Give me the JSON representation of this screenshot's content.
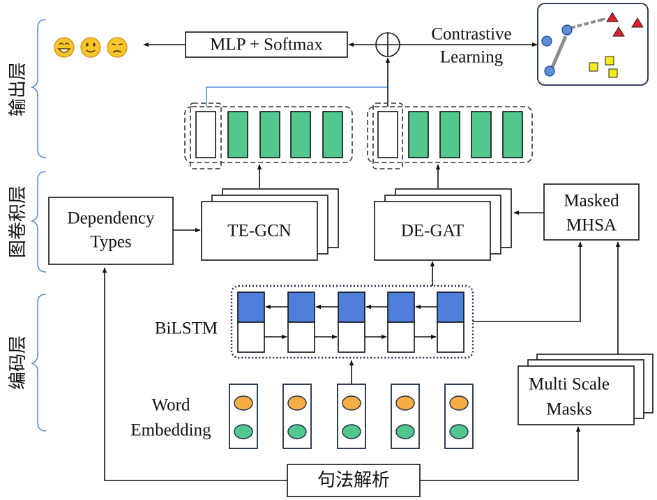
{
  "layers": {
    "output": "输出层",
    "graph_conv": "图卷积层",
    "encoding": "编码层"
  },
  "nodes": {
    "mlp_softmax": "MLP + Softmax",
    "contrastive_line1": "Contrastive",
    "contrastive_line2": "Learning",
    "dependency_line1": "Dependency",
    "dependency_line2": "Types",
    "te_gcn": "TE-GCN",
    "de_gat": "DE-GAT",
    "masked_line1": "Masked",
    "masked_line2": "MHSA",
    "bilstm": "BiLSTM",
    "word_line1": "Word",
    "word_line2": "Embedding",
    "multiscale_line1": "Multi Scale",
    "multiscale_line2": "Masks",
    "syntax_parse": "句法解析"
  },
  "sentiments": [
    "positive-face",
    "neutral-face",
    "negative-face"
  ],
  "colors": {
    "green_cell": "#52c78e",
    "blue_cell": "#4f7fdc",
    "orange_dot": "#f6ad45",
    "green_dot": "#52c78e",
    "bracket_blue": "#5b8fd6",
    "cls_line": "#5b8fd6",
    "cluster_blue": "#5b8fd6",
    "cluster_red": "#dd1f2b",
    "cluster_yellow": "#f4ea1c",
    "emoji_yellow": "#f7c629"
  }
}
